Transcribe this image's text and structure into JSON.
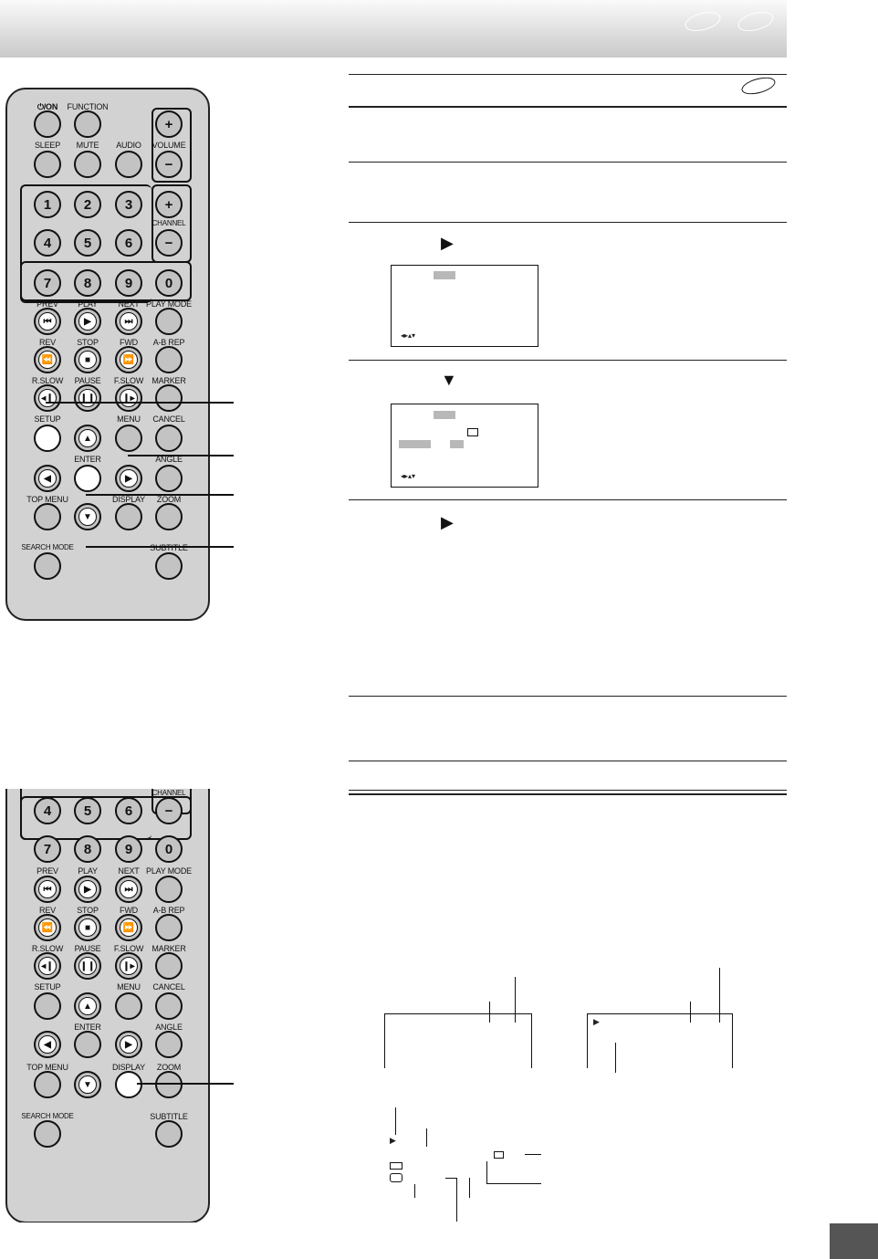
{
  "remote": {
    "labels": {
      "power": "⏻/ON",
      "function": "FUNCTION",
      "sleep": "SLEEP",
      "mute": "MUTE",
      "audio": "AUDIO",
      "volume": "VOLUME",
      "channel": "CHANNEL",
      "prev": "PREV",
      "play": "PLAY",
      "next": "NEXT",
      "play_mode": "PLAY MODE",
      "rev": "REV",
      "stop": "STOP",
      "fwd": "FWD",
      "ab_rep": "A-B REP",
      "r_slow": "R.SLOW",
      "pause": "PAUSE",
      "f_slow": "F.SLOW",
      "marker": "MARKER",
      "setup": "SETUP",
      "menu": "MENU",
      "cancel": "CANCEL",
      "enter": "ENTER",
      "angle": "ANGLE",
      "top_menu": "TOP MENU",
      "display": "DISPLAY",
      "zoom": "ZOOM",
      "search_mode": "SEARCH MODE",
      "subtitle": "SUBTITLE"
    },
    "digits": [
      "1",
      "2",
      "3",
      "4",
      "5",
      "6",
      "7",
      "8",
      "9",
      "0"
    ],
    "symbols": {
      "plus": "+",
      "minus": "−",
      "prev": "⏮",
      "play": "▶",
      "next": "⏭",
      "rev": "⏪",
      "stop": "■",
      "fwd": "⏩",
      "r_slow": "◂❙",
      "pause": "❙❙",
      "f_slow": "❙▸",
      "up": "▲",
      "down": "▼",
      "left": "◀",
      "right": "▶"
    }
  },
  "steps": {
    "step3_arrow": "▶",
    "step4_arrow": "▼",
    "step5_arrow": "▶"
  },
  "osd": {
    "nav_hint": "◂▸▴▾",
    "play_symbol": "▶"
  }
}
